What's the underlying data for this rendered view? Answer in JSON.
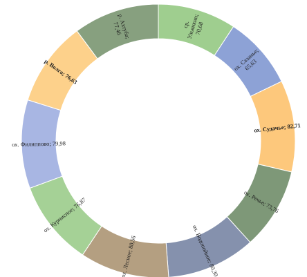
{
  "chart_data": {
    "type": "pie",
    "variant": "donut",
    "title": "",
    "legend": "none",
    "start_angle_deg": 0,
    "direction": "clockwise",
    "segments": [
      {
        "label_lines": [
          "ср.",
          "Ульянкин;",
          "70,68"
        ],
        "name": "ср. Ульянкин",
        "value": 70.68,
        "color": "#9fce8f",
        "label_bold": false
      },
      {
        "label_lines": [
          "ох. Сазанье;",
          "65,63"
        ],
        "name": "ох. Сазанье",
        "value": 65.63,
        "color": "#8da2d6",
        "label_bold": false
      },
      {
        "label_lines": [
          "ох. Судачье; 82,71"
        ],
        "name": "ох. Судачье",
        "value": 82.71,
        "color": "#fdc87c",
        "label_bold": true
      },
      {
        "label_lines": [
          "ох. Речье; 73,76"
        ],
        "name": "ох. Речье",
        "value": 73.76,
        "color": "#7e9878",
        "label_bold": false
      },
      {
        "label_lines": [
          "ох. Водопойное; 80,30"
        ],
        "name": "ох. Водопойное",
        "value": 80.3,
        "color": "#8591ad",
        "label_bold": false
      },
      {
        "label_lines": [
          "ох. Лесное; 80,56"
        ],
        "name": "ох. Лесное",
        "value": 80.56,
        "color": "#b49f81",
        "label_bold": false
      },
      {
        "label_lines": [
          "ох. Курнисное; 76,87"
        ],
        "name": "ох. Курнисное",
        "value": 76.87,
        "color": "#a5d196",
        "label_bold": false
      },
      {
        "label_lines": [
          "ох. Филиппово; 79,98"
        ],
        "name": "ох. Филиппово",
        "value": 79.98,
        "color": "#a8b6e3",
        "label_bold": false
      },
      {
        "label_lines": [
          "р. Волга; 76,63"
        ],
        "name": "р. Волга",
        "value": 76.63,
        "color": "#fdd18b",
        "label_bold": true
      },
      {
        "label_lines": [
          "р. Ахтуба;",
          "77,46"
        ],
        "name": "р. Ахтуба",
        "value": 77.46,
        "color": "#87a07f",
        "label_bold": false
      }
    ]
  }
}
